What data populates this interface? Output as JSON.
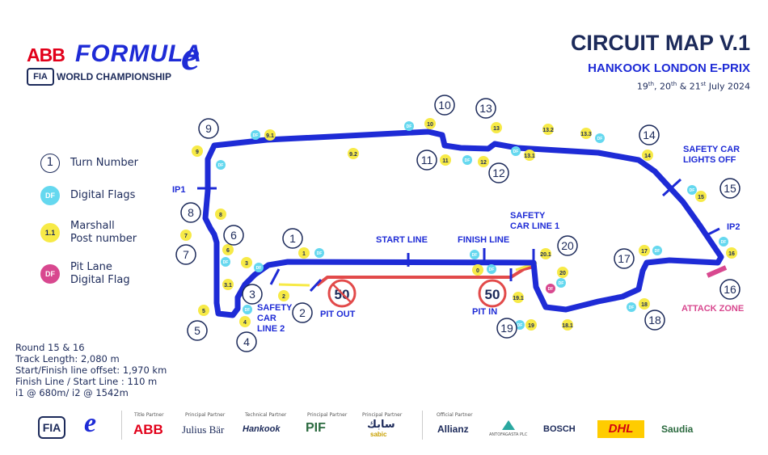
{
  "header": {
    "brand_abb": "ABB",
    "brand_formula": "FORMULA",
    "brand_e": "e",
    "brand_fia": "FIA",
    "brand_wc": "WORLD CHAMPIONSHIP",
    "title": "CIRCUIT MAP V.1",
    "subtitle": "HANKOOK LONDON E-PRIX",
    "dates_prefix": "19",
    "dates_th1": "th",
    "dates_mid1": ", 20",
    "dates_th2": "th",
    "dates_mid2": " & 21",
    "dates_st": "st",
    "dates_suffix": "  July 2024"
  },
  "legend": {
    "turn_symbol": "1",
    "turn_label": "Turn Number",
    "df_symbol": "DF",
    "df_label": "Digital Flags",
    "marshall_symbol": "1.1",
    "marshall_label_1": "Marshall",
    "marshall_label_2": "Post number",
    "pit_symbol": "DF",
    "pit_label_1": "Pit Lane",
    "pit_label_2": "Digital Flag"
  },
  "info": {
    "line1": "Round 15 & 16",
    "line2": "Track Length: 2,080 m",
    "line3": "Start/Finish line offset: 1,970 km",
    "line4": "Finish Line / Start Line : 110 m",
    "line5": "i1 @ 680m/ i2 @ 1542m"
  },
  "map": {
    "colors": {
      "track": "#1e2bd6",
      "pit": "#e24a4a",
      "marshall": "#f7ea47",
      "df": "#65d8ef",
      "pit_df": "#d8488f",
      "attack": "#d8488f",
      "text": "#1c2a5a"
    },
    "labels": {
      "start_line": "START LINE",
      "finish_line": "FINISH LINE",
      "sc1_a": "SAFETY",
      "sc1_b": "CAR LINE 1",
      "sc2_a": "SAFETY",
      "sc2_b": "CAR",
      "sc2_c": "LINE 2",
      "sc_off_a": "SAFETY CAR",
      "sc_off_b": "LIGHTS OFF",
      "ip1": "IP1",
      "ip2": "IP2",
      "pit_out": "PIT OUT",
      "pit_in": "PIT IN",
      "attack_zone": "ATTACK ZONE",
      "speed": "50",
      "df": "DF"
    },
    "turns": [
      "1",
      "2",
      "3",
      "4",
      "5",
      "6",
      "7",
      "8",
      "9",
      "10",
      "11",
      "12",
      "13",
      "14",
      "15",
      "16",
      "17",
      "18",
      "19",
      "20"
    ],
    "marshalls": [
      "0",
      "1",
      "2",
      "3",
      "3.1",
      "4",
      "5",
      "6",
      "7",
      "8",
      "9",
      "9.1",
      "9.2",
      "10",
      "11",
      "12",
      "13",
      "13.1",
      "13.2",
      "13.3",
      "14",
      "15",
      "16",
      "17",
      "18",
      "18.1",
      "19",
      "19.1",
      "20",
      "20.1"
    ]
  },
  "partners": {
    "cat_title": "Title Partner",
    "cat_principal": "Principal Partner",
    "cat_technical": "Technical Partner",
    "cat_official": "Official Partner",
    "fia": "FIA",
    "fe": "e",
    "abb": "ABB",
    "julius": "Julius Bär",
    "hankook": "Hankook",
    "pif": "PIF",
    "sabic_ar": "سابك",
    "sabic": "sabic",
    "allianz": "Allianz",
    "antofagasta": "ANTOFAGASTA PLC",
    "bosch": "BOSCH",
    "dhl": "DHL",
    "saudia": "Saudia"
  }
}
